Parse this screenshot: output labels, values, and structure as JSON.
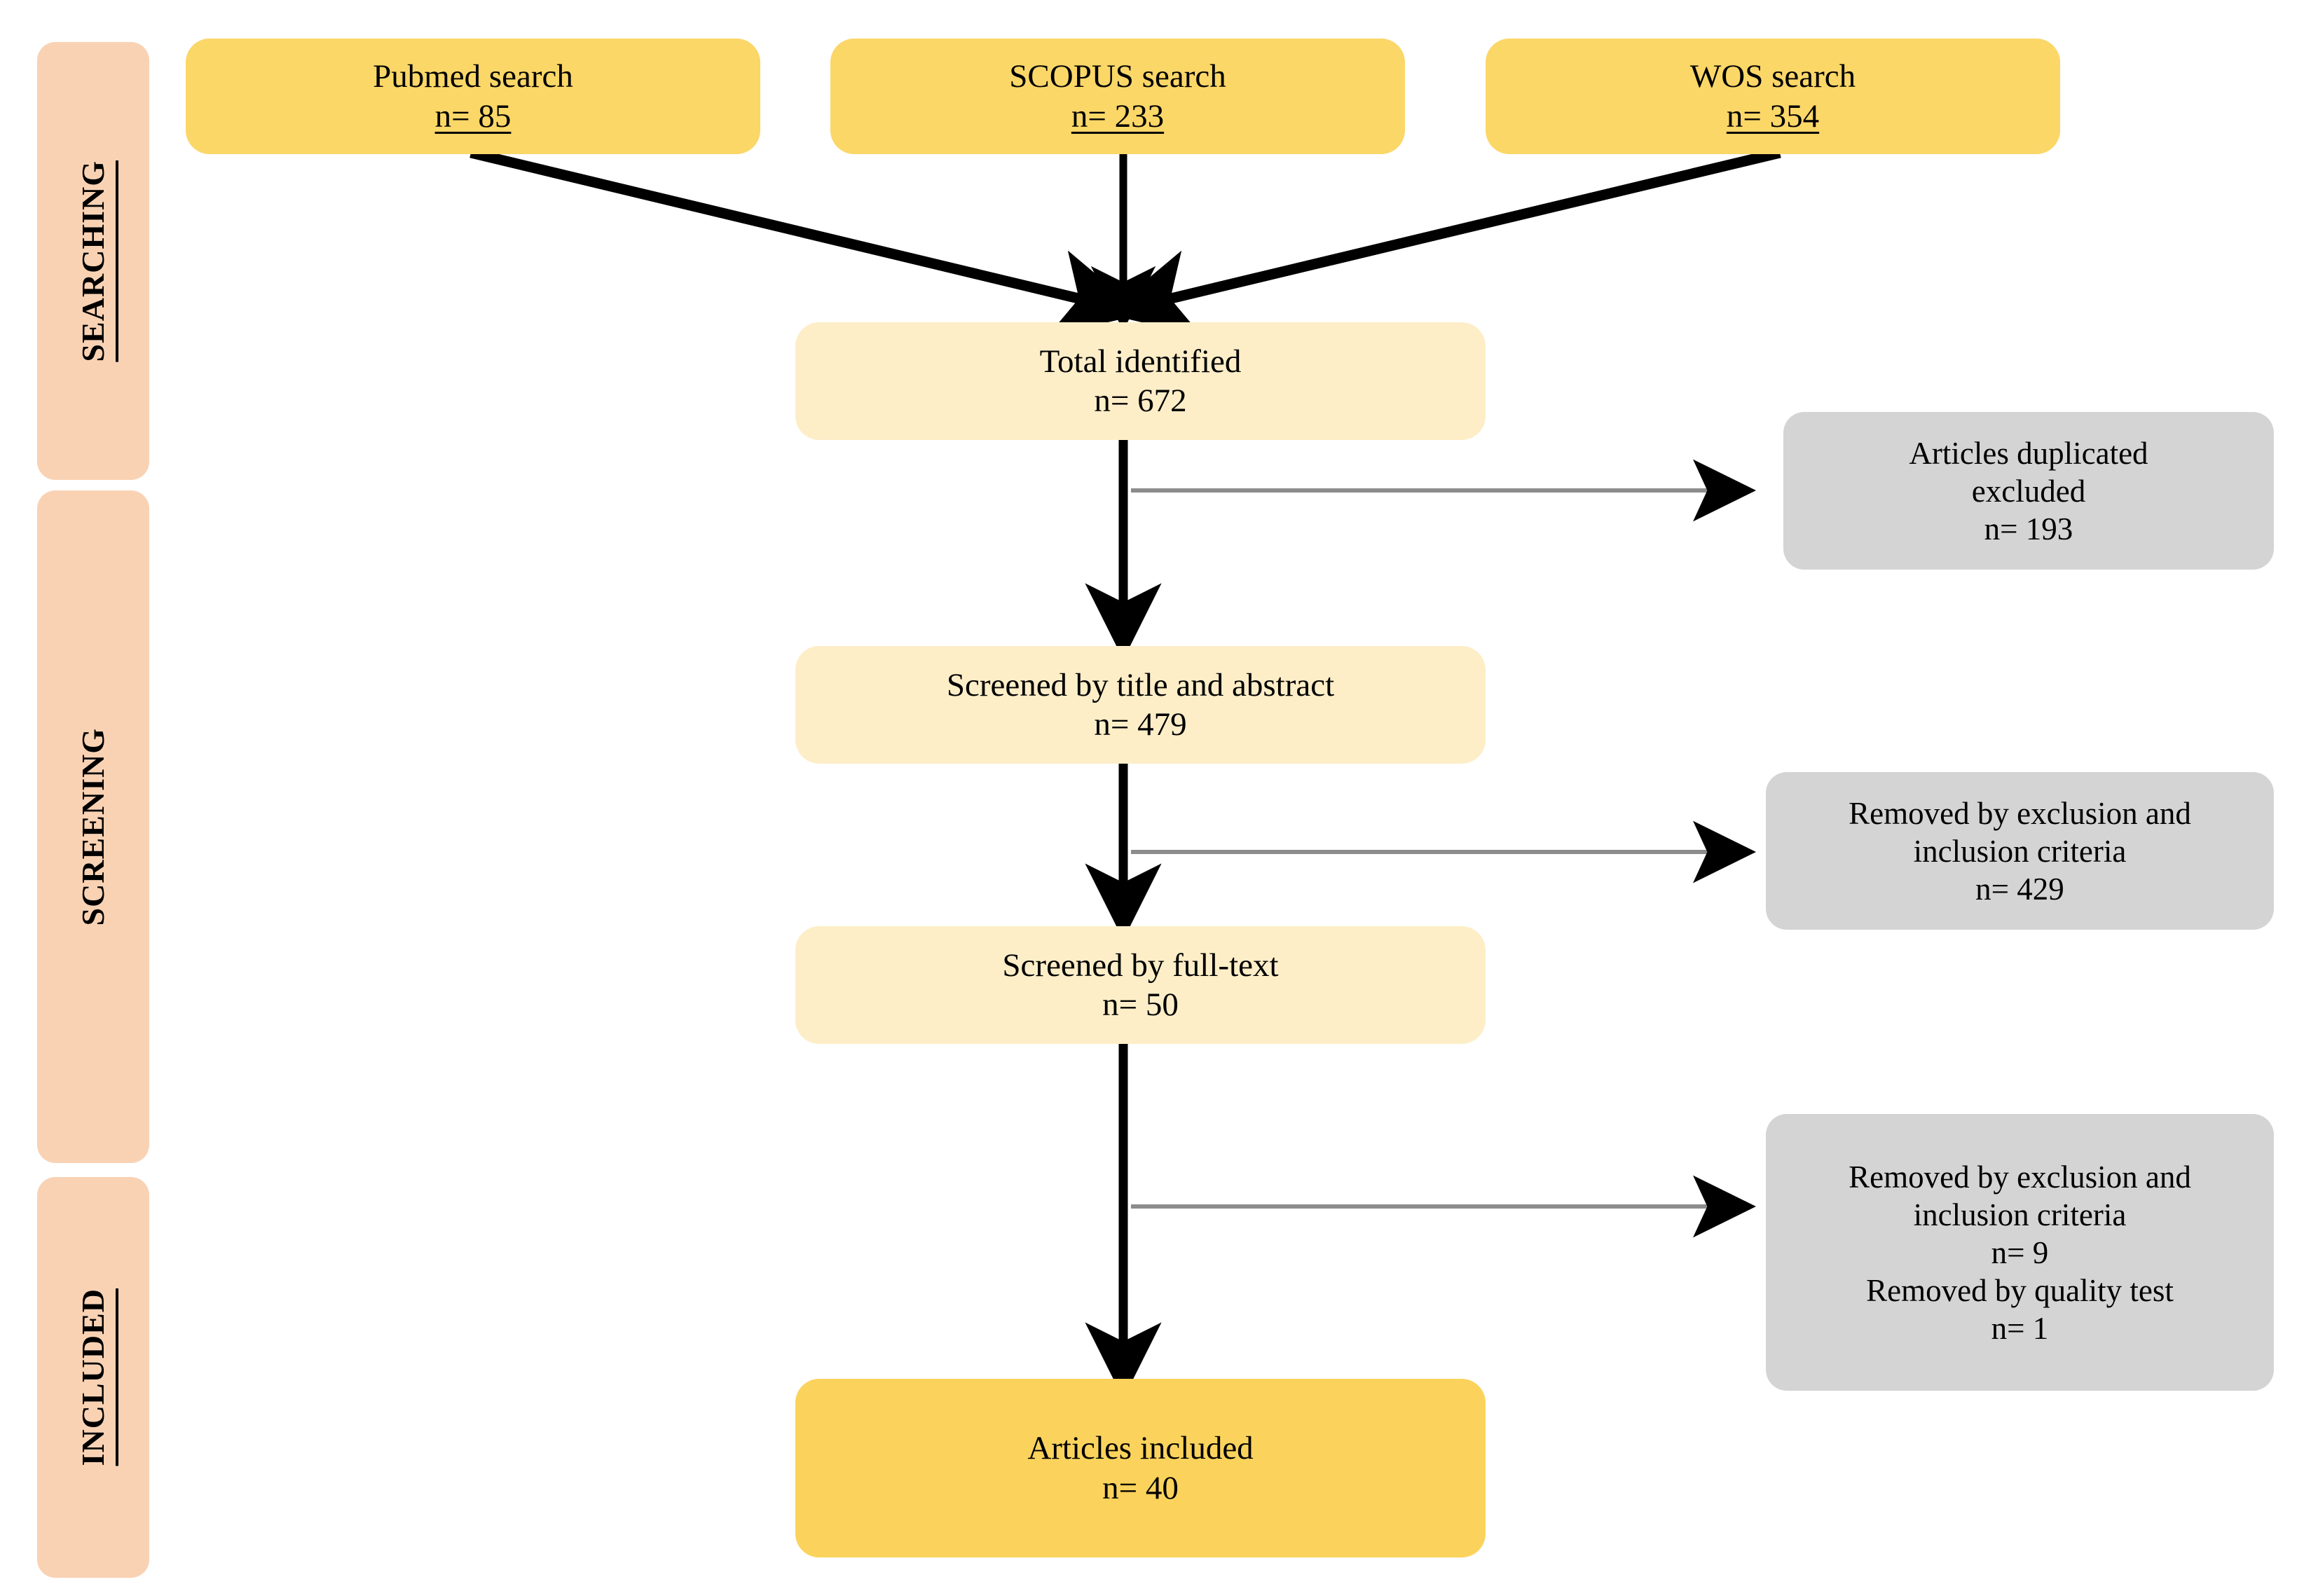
{
  "diagram": {
    "title": "PRISMA study selection flow diagram",
    "colors": {
      "stage_bar": "#f9d2b4",
      "source_box": "#fbd768",
      "flow_box": "#fdeec8",
      "result_box": "#fbd35c",
      "excluded_box": "#d4d4d4",
      "arrow_main": "#000000",
      "arrow_branch": "#808080",
      "text": "#000000",
      "background": "#ffffff"
    }
  },
  "stages": [
    {
      "label": "SEARCHING",
      "underlined": true
    },
    {
      "label": "SCREENING",
      "underlined": false
    },
    {
      "label": "INCLUDED",
      "underlined": true
    }
  ],
  "sources": [
    {
      "name": "Pubmed search",
      "count": "n= 85"
    },
    {
      "name": "SCOPUS search",
      "count": "n= 233"
    },
    {
      "name": "WOS search",
      "count": "n= 354"
    }
  ],
  "flow": [
    {
      "name": "Total identified",
      "count": "n= 672"
    },
    {
      "name": "Screened by title and abstract",
      "count": "n= 479"
    },
    {
      "name": "Screened by full-text",
      "count": "n= 50"
    }
  ],
  "result": {
    "name": "Articles included",
    "count": "n= 40"
  },
  "excluded": [
    {
      "lines": [
        "Articles duplicated",
        "excluded",
        "n= 193"
      ]
    },
    {
      "lines": [
        "Removed by exclusion and",
        "inclusion criteria",
        "n= 429"
      ]
    },
    {
      "lines": [
        "Removed by exclusion and",
        "inclusion criteria",
        "n= 9",
        "Removed by quality test",
        "n= 1"
      ]
    }
  ],
  "chart_data": {
    "type": "diagram",
    "title": "PRISMA study selection flow",
    "nodes": [
      {
        "id": "pubmed",
        "label": "Pubmed search",
        "n": 85,
        "stage": "SEARCHING"
      },
      {
        "id": "scopus",
        "label": "SCOPUS search",
        "n": 233,
        "stage": "SEARCHING"
      },
      {
        "id": "wos",
        "label": "WOS search",
        "n": 354,
        "stage": "SEARCHING"
      },
      {
        "id": "identified",
        "label": "Total identified",
        "n": 672,
        "stage": "SEARCHING"
      },
      {
        "id": "dup",
        "label": "Articles duplicated excluded",
        "n": 193,
        "stage": "SCREENING"
      },
      {
        "id": "title_abs",
        "label": "Screened by title and abstract",
        "n": 479,
        "stage": "SCREENING"
      },
      {
        "id": "excl1",
        "label": "Removed by exclusion and inclusion criteria",
        "n": 429,
        "stage": "SCREENING"
      },
      {
        "id": "fulltext",
        "label": "Screened by full-text",
        "n": 50,
        "stage": "SCREENING"
      },
      {
        "id": "excl2",
        "label": "Removed by exclusion and inclusion criteria",
        "n": 9,
        "stage": "INCLUDED"
      },
      {
        "id": "qual",
        "label": "Removed by quality test",
        "n": 1,
        "stage": "INCLUDED"
      },
      {
        "id": "included",
        "label": "Articles included",
        "n": 40,
        "stage": "INCLUDED"
      }
    ],
    "edges": [
      {
        "from": "pubmed",
        "to": "identified"
      },
      {
        "from": "scopus",
        "to": "identified"
      },
      {
        "from": "wos",
        "to": "identified"
      },
      {
        "from": "identified",
        "to": "dup"
      },
      {
        "from": "identified",
        "to": "title_abs"
      },
      {
        "from": "title_abs",
        "to": "excl1"
      },
      {
        "from": "title_abs",
        "to": "fulltext"
      },
      {
        "from": "fulltext",
        "to": "excl2"
      },
      {
        "from": "fulltext",
        "to": "included"
      }
    ]
  }
}
